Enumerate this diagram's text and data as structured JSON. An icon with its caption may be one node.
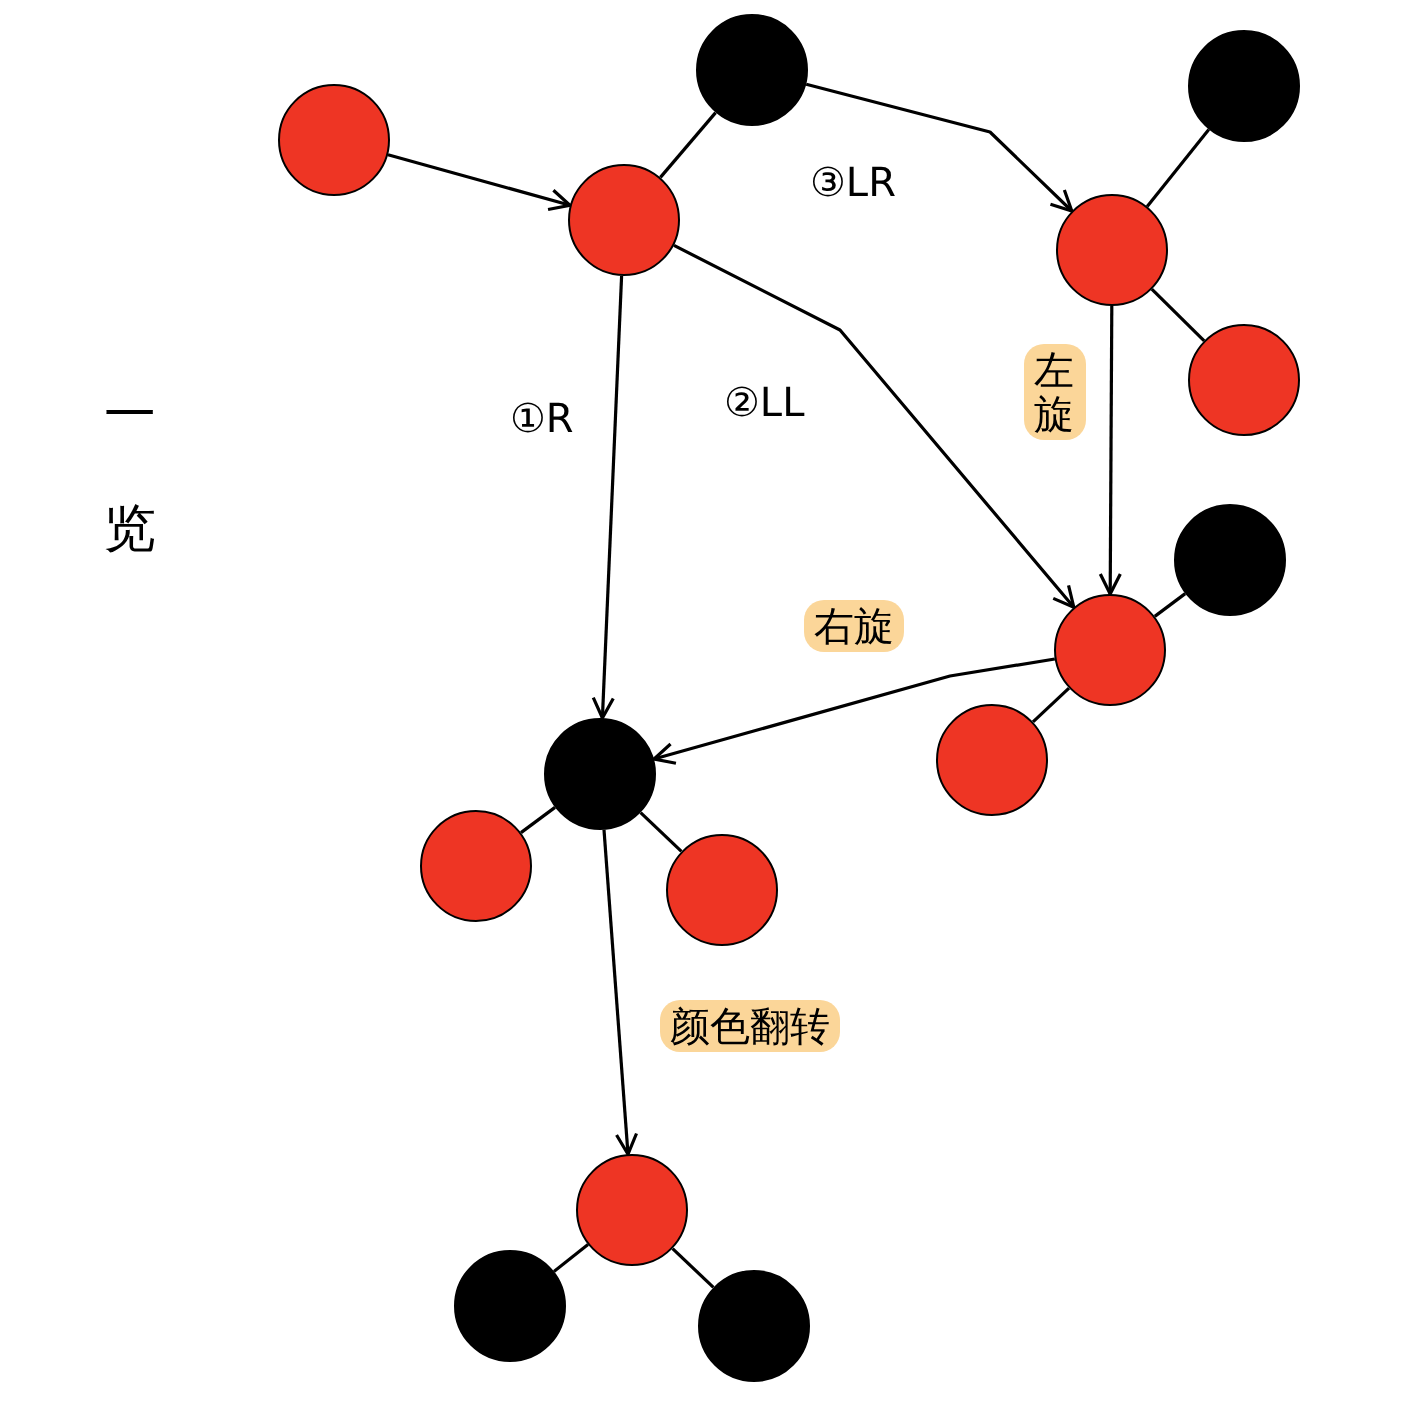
{
  "diagram": {
    "nodes": [
      {
        "text": [],
        "shape": "circle"
      },
      {
        "text": [],
        "shape": "circle"
      },
      {
        "text": [],
        "shape": "circle"
      },
      {
        "text": [],
        "shape": "circle"
      },
      {
        "text": [],
        "shape": "circle"
      },
      {
        "text": [],
        "shape": "circle"
      },
      {
        "text": [],
        "shape": "circle"
      },
      {
        "text": [],
        "shape": "circle"
      },
      {
        "text": [],
        "shape": "circle"
      },
      {
        "text": [],
        "shape": "circle"
      },
      {
        "text": [],
        "shape": "circle"
      },
      {
        "text": [],
        "shape": "circle"
      },
      {
        "text": [],
        "shape": "circle"
      },
      {
        "text": [],
        "shape": "circle"
      },
      {
        "text": [],
        "shape": "circle"
      }
    ],
    "edges": [
      {
        "from": 1,
        "to": 2,
        "arrow": "none"
      },
      {
        "from": 3,
        "to": 4,
        "arrow": "none"
      },
      {
        "from": 4,
        "to": 5,
        "arrow": "none"
      },
      {
        "from": 6,
        "to": 7,
        "arrow": "none"
      },
      {
        "from": 7,
        "to": 8,
        "arrow": "none"
      },
      {
        "from": 9,
        "to": 10,
        "arrow": "none"
      },
      {
        "from": 9,
        "to": 11,
        "arrow": "none"
      },
      {
        "from": 12,
        "to": 13,
        "arrow": "none"
      },
      {
        "from": 12,
        "to": 14,
        "arrow": "none"
      },
      {
        "from": 0,
        "to": 2,
        "arrow": "to"
      },
      {
        "from": 1,
        "to": 4,
        "arrow": "to",
        "label": "③LR"
      },
      {
        "from": 2,
        "to": 9,
        "arrow": "to",
        "label": "①R"
      },
      {
        "from": 2,
        "to": 7,
        "arrow": "to",
        "label": "②LL"
      },
      {
        "from": 4,
        "to": 7,
        "arrow": "to",
        "label": "左旋"
      },
      {
        "from": 7,
        "to": 9,
        "arrow": "to",
        "label": "右旋"
      },
      {
        "from": 9,
        "to": 12,
        "arrow": "to",
        "label": "颜色翻转"
      }
    ],
    "labels": [
      "一览"
    ]
  }
}
